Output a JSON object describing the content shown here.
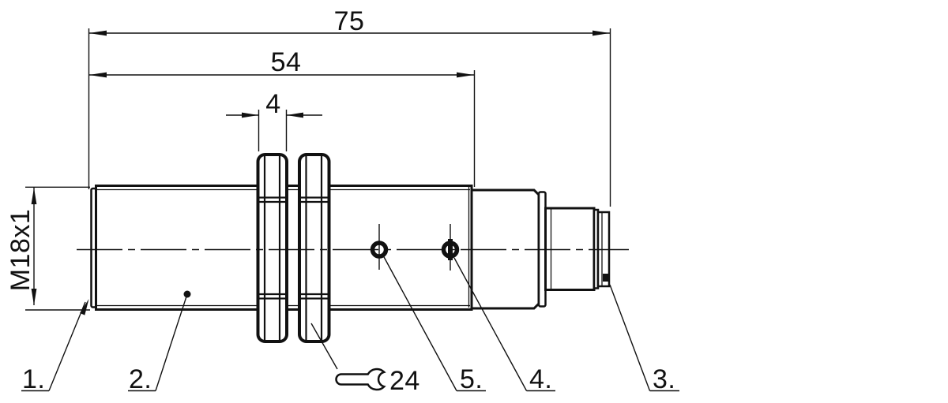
{
  "drawing": {
    "dimensions": {
      "overall_length": "75",
      "thread_length": "54",
      "nut_thickness": "4",
      "thread_spec": "M18x1",
      "wrench_size": "24"
    },
    "callouts": {
      "item1": "1.",
      "item2": "2.",
      "item3": "3.",
      "item4": "4.",
      "item5": "5."
    },
    "colors": {
      "line": "#111111",
      "background": "#ffffff"
    }
  }
}
